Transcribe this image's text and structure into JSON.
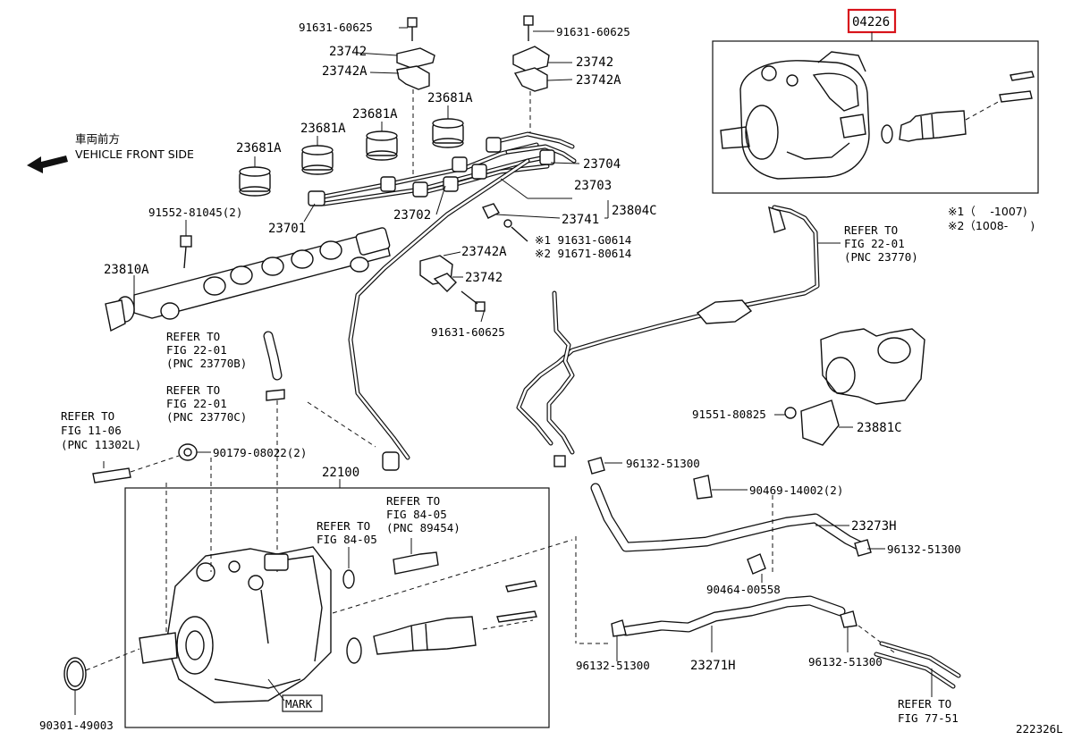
{
  "diagram": {
    "highlighted_part": "04226",
    "figure_code": "222326L",
    "front_side": {
      "jp": "車両前方",
      "en": "VEHICLE FRONT SIDE"
    },
    "notes": {
      "n1": "※1（　 -1007)",
      "n2": "※2（1008-　　)"
    },
    "parts": {
      "p91631_60625_a": "91631-60625",
      "p91631_60625_b": "91631-60625",
      "p91631_60625_c": "91631-60625",
      "p23742_a": "23742",
      "p23742a_a": "23742A",
      "p23742_b": "23742",
      "p23742a_b": "23742A",
      "p23742_c": "23742",
      "p23742a_c": "23742A",
      "p23681a_1": "23681A",
      "p23681a_2": "23681A",
      "p23681a_3": "23681A",
      "p23681a_4": "23681A",
      "p23704": "23704",
      "p23703": "23703",
      "p23804c": "23804C",
      "p23741": "23741",
      "p23701": "23701",
      "p23702": "23702",
      "p91552": "91552-81045(2)",
      "p23810a": "23810A",
      "p91631_g0614": "※1 91631-G0614",
      "p91671_80614": "※2 91671-80614",
      "p91551": "91551-80825",
      "p23881c": "23881C",
      "p96132_a": "96132-51300",
      "p96132_b": "96132-51300",
      "p96132_c": "96132-51300",
      "p96132_d": "96132-51300",
      "p90469": "90469-14002(2)",
      "p23273h": "23273H",
      "p90464": "90464-00558",
      "p23271h": "23271H",
      "p90179": "90179-08022(2)",
      "p22100": "22100",
      "p90301": "90301-49003",
      "mark": "MARK"
    },
    "refs": {
      "r1": {
        "l1": "REFER TO",
        "l2": "FIG 22-01",
        "l3": "(PNC 23770)"
      },
      "r2": {
        "l1": "REFER TO",
        "l2": "FIG 22-01",
        "l3": "(PNC 23770B)"
      },
      "r3": {
        "l1": "REFER TO",
        "l2": "FIG 22-01",
        "l3": "(PNC 23770C)"
      },
      "r4": {
        "l1": "REFER TO",
        "l2": "FIG 11-06",
        "l3": "(PNC 11302L)"
      },
      "r5": {
        "l1": "REFER TO",
        "l2": "FIG 84-05"
      },
      "r6": {
        "l1": "REFER TO",
        "l2": "FIG 84-05",
        "l3": "(PNC 89454)"
      },
      "r7": {
        "l1": "REFER TO",
        "l2": "FIG 77-51"
      }
    }
  }
}
